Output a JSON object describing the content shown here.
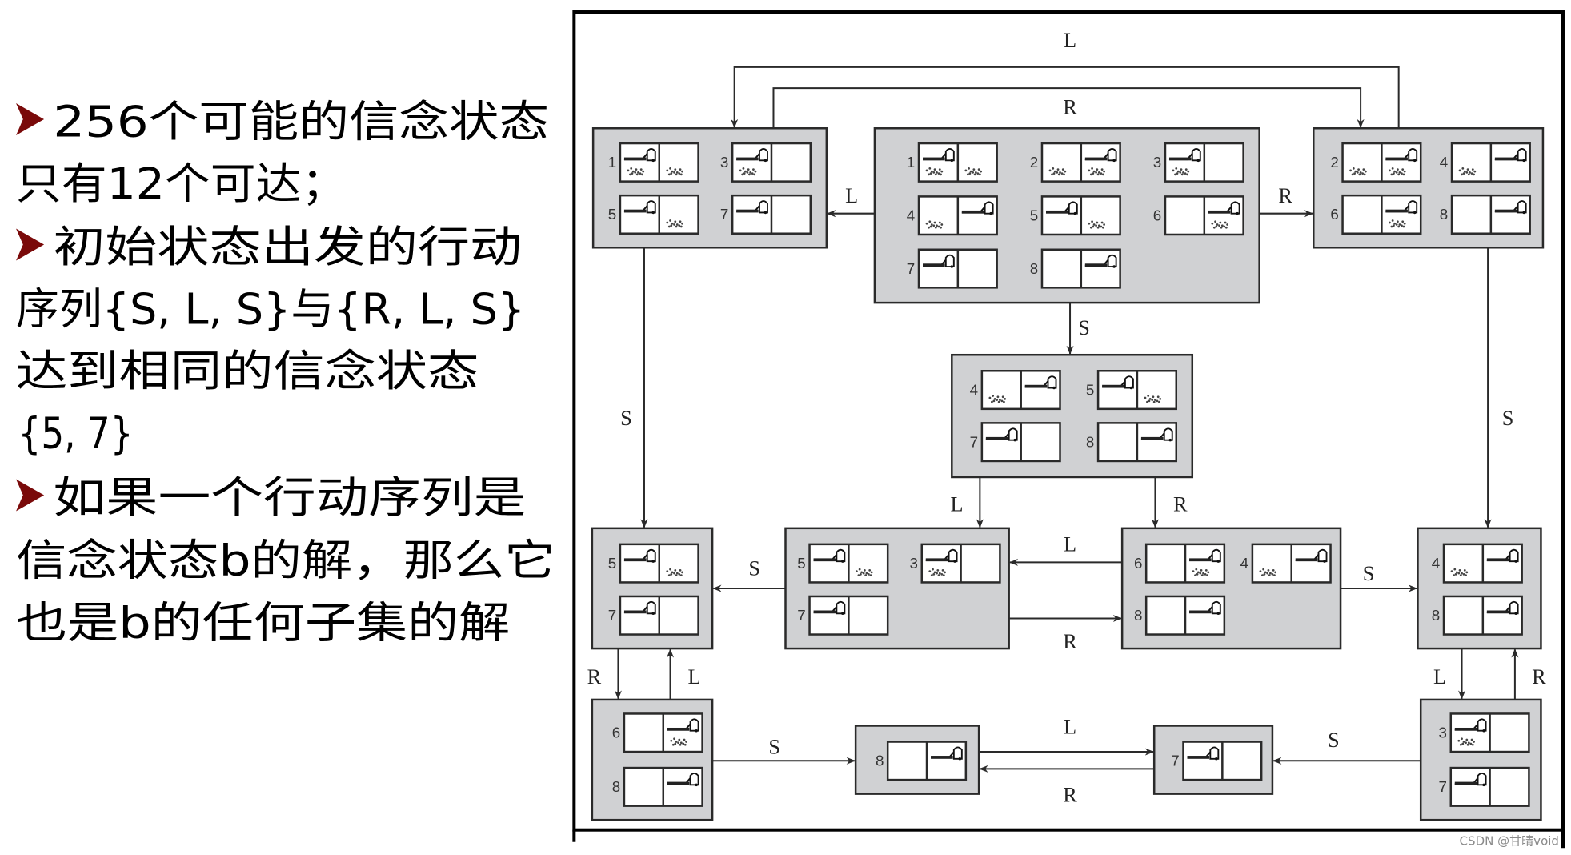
{
  "slide": {
    "bullet_color": "#7a0a0a",
    "lines": [
      {
        "text": "256个可能的信念状态",
        "bullet": true
      },
      {
        "text": "只有12个可达；",
        "bullet": false
      },
      {
        "text": "初始状态出发的行动",
        "bullet": true
      },
      {
        "text": "序列{S, L, S}与{R, L, S}",
        "bullet": false
      },
      {
        "text": "达到相同的信念状态",
        "bullet": false
      },
      {
        "text": "{5, 7}",
        "bullet": false
      },
      {
        "text": "如果一个行动序列是",
        "bullet": true
      },
      {
        "text": "信念状态b的解，那么它",
        "bullet": false
      },
      {
        "text": "也是b的任何子集的解",
        "bullet": false
      }
    ]
  },
  "diagram": {
    "title": "Reachable belief-state space for deterministic sensorless vacuum world",
    "state_meanings": {
      "1": {
        "vacuum": "left",
        "dirt_left": true,
        "dirt_right": true
      },
      "2": {
        "vacuum": "right",
        "dirt_left": true,
        "dirt_right": true
      },
      "3": {
        "vacuum": "left",
        "dirt_left": true,
        "dirt_right": false
      },
      "4": {
        "vacuum": "right",
        "dirt_left": true,
        "dirt_right": false
      },
      "5": {
        "vacuum": "left",
        "dirt_left": false,
        "dirt_right": true
      },
      "6": {
        "vacuum": "right",
        "dirt_left": false,
        "dirt_right": true
      },
      "7": {
        "vacuum": "left",
        "dirt_left": false,
        "dirt_right": false
      },
      "8": {
        "vacuum": "right",
        "dirt_left": false,
        "dirt_right": false
      }
    },
    "nodes": [
      {
        "id": "b1357",
        "states": [
          "1",
          "3",
          "5",
          "7"
        ]
      },
      {
        "id": "b_all",
        "states": [
          "1",
          "2",
          "3",
          "4",
          "5",
          "6",
          "7",
          "8"
        ]
      },
      {
        "id": "b2468",
        "states": [
          "2",
          "4",
          "6",
          "8"
        ]
      },
      {
        "id": "b4578",
        "states": [
          "4",
          "5",
          "7",
          "8"
        ]
      },
      {
        "id": "b57",
        "states": [
          "5",
          "7"
        ]
      },
      {
        "id": "b537",
        "states": [
          "5",
          "3",
          "7"
        ]
      },
      {
        "id": "b648",
        "states": [
          "6",
          "4",
          "8"
        ]
      },
      {
        "id": "b48",
        "states": [
          "4",
          "8"
        ]
      },
      {
        "id": "b68",
        "states": [
          "6",
          "8"
        ]
      },
      {
        "id": "b8",
        "states": [
          "8"
        ]
      },
      {
        "id": "b7",
        "states": [
          "7"
        ]
      },
      {
        "id": "b37",
        "states": [
          "3",
          "7"
        ]
      }
    ],
    "edges": [
      {
        "id": "e1",
        "from": "b_all",
        "to": "b1357",
        "action": "L"
      },
      {
        "id": "e2",
        "from": "b_all",
        "to": "b2468",
        "action": "R"
      },
      {
        "id": "e3",
        "from": "b2468",
        "to": "b1357",
        "action": "L"
      },
      {
        "id": "e4",
        "from": "b1357",
        "to": "b2468",
        "action": "R"
      },
      {
        "id": "e5",
        "from": "b_all",
        "to": "b4578",
        "action": "S"
      },
      {
        "id": "e6",
        "from": "b1357",
        "to": "b57",
        "action": "S"
      },
      {
        "id": "e7",
        "from": "b2468",
        "to": "b48",
        "action": "S"
      },
      {
        "id": "e8",
        "from": "b4578",
        "to": "b537",
        "action": "L"
      },
      {
        "id": "e9",
        "from": "b4578",
        "to": "b648",
        "action": "R"
      },
      {
        "id": "e10",
        "from": "b537",
        "to": "b57",
        "action": "S"
      },
      {
        "id": "e11",
        "from": "b648",
        "to": "b537",
        "action": "L"
      },
      {
        "id": "e12",
        "from": "b537",
        "to": "b648",
        "action": "R"
      },
      {
        "id": "e13",
        "from": "b648",
        "to": "b48",
        "action": "S"
      },
      {
        "id": "e14",
        "from": "b57",
        "to": "b68",
        "action": "R"
      },
      {
        "id": "e15",
        "from": "b68",
        "to": "b57",
        "action": "L"
      },
      {
        "id": "e16",
        "from": "b48",
        "to": "b37",
        "action": "L"
      },
      {
        "id": "e17",
        "from": "b37",
        "to": "b48",
        "action": "R"
      },
      {
        "id": "e18",
        "from": "b68",
        "to": "b8",
        "action": "S"
      },
      {
        "id": "e19",
        "from": "b8",
        "to": "b7",
        "action": "L"
      },
      {
        "id": "e20",
        "from": "b7",
        "to": "b8",
        "action": "R"
      },
      {
        "id": "e21",
        "from": "b37",
        "to": "b7",
        "action": "S"
      }
    ]
  },
  "watermark": "CSDN @甘晴void"
}
